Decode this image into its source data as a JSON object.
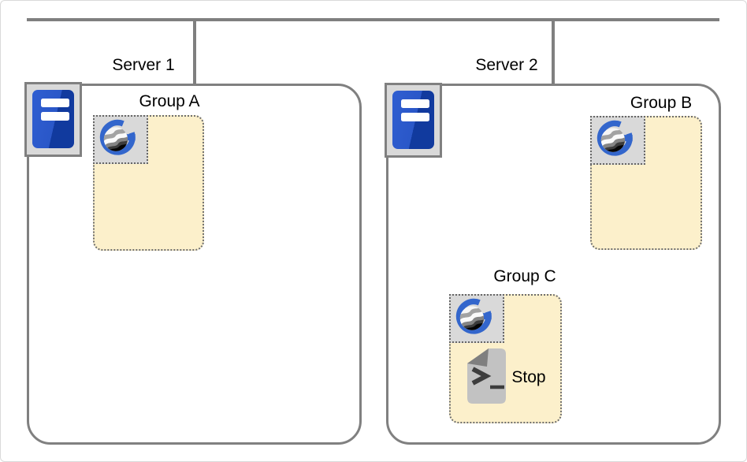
{
  "servers": [
    {
      "label": "Server 1"
    },
    {
      "label": "Server 2"
    }
  ],
  "groups": [
    {
      "label": "Group A"
    },
    {
      "label": "Group B"
    },
    {
      "label": "Group C"
    }
  ],
  "script": {
    "label": "Stop"
  },
  "colors": {
    "line_gray": "#7f7f7f",
    "box_border_gray": "#808080",
    "group_fill_yellow": "#fcf0cb",
    "group_border_dotted": "#6e6e6e",
    "icon_tile_gray": "#d9d9d9",
    "server_blue_light": "#2a57c8",
    "server_blue_dark": "#113a9e",
    "g_logo_blue": "#3366cc",
    "document_gray": "#c2c2c2",
    "document_fold_gray": "#7f7f7f",
    "text_black": "#000000"
  }
}
